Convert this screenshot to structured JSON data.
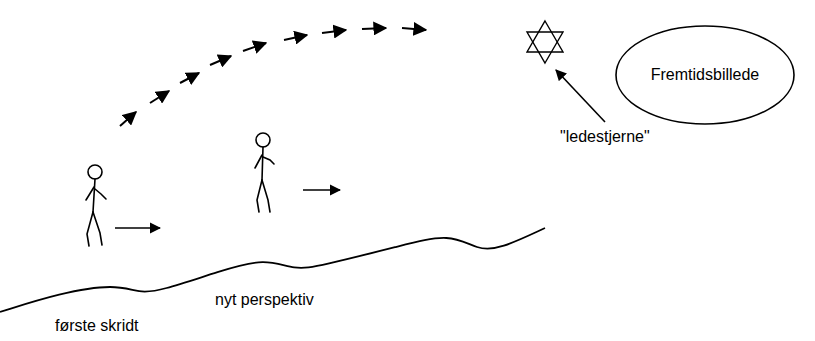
{
  "diagram": {
    "nodes": [
      {
        "text": [
          "Fremtidsbillede"
        ]
      }
    ],
    "labels": [
      "nyt perspektiv",
      "første skridt",
      "\"ledestjerne\""
    ]
  }
}
